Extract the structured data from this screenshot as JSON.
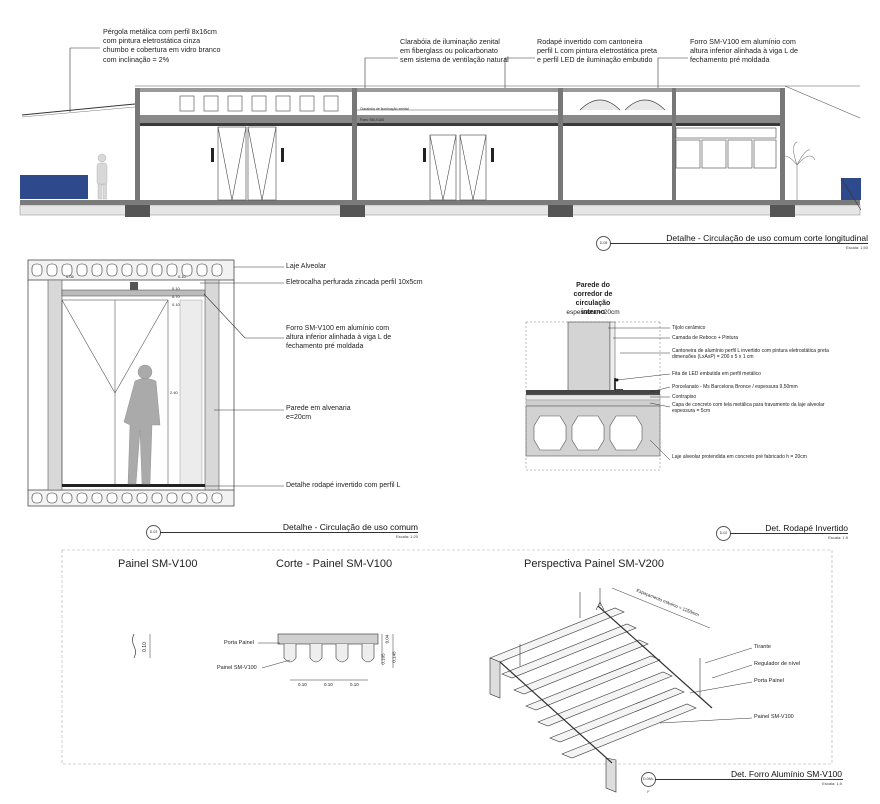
{
  "section": {
    "notes": [
      "Pérgola metálica com perfil 8x16cm com pintura eletrostática cinza chumbo e cobertura em vidro branco com inclinação = 2%",
      "Clarabóia de iluminação zenital em fiberglass ou policarbonato sem sistema de ventilação natural",
      "Rodapé invertido com cantoneira perfil L com pintura eletrostática preta e perfil LED de iluminação embutido",
      "Forro SM-V100 em alumínio com altura inferior alinhada à viga L de fechamento pré moldada"
    ],
    "inner_labels": [
      "Clarabóia de iluminação zenital",
      "Forro SM-V100"
    ],
    "title": "Detalhe - Circulação de uso comum corte longitudinal",
    "scale": "Escala: 1:50",
    "tag": "D-08"
  },
  "detail_comum": {
    "labels": [
      "Laje Alveolar",
      "Eletrocalha perfurada zincada perfil 10x5cm",
      "Forro SM-V100 em alumínio com altura inferior alinhada à viga L de fechamento pré moldada",
      "Parede em alvenaria e=20cm",
      "Detalhe rodapé invertido com perfil L"
    ],
    "dims": [
      "0.05",
      "0.10",
      "0.10",
      "0.70",
      "0.10",
      "2.40"
    ],
    "title": "Detalhe - Circulação de uso comum",
    "scale": "Escala: 1:20",
    "tag": "D-03"
  },
  "detail_rodape": {
    "header": [
      "Parede do corredor de circulação interno",
      "espessura = 20cm"
    ],
    "labels": [
      "Tijolo cerâmico",
      "Camada de Reboco + Pintura",
      "Cantoneira de alumínio perfil L invertido com pintura eletrostática preta dimensões (LxAxP) = 200 x 5 x 1 cm",
      "Fita de LED embutida em perfil metálico",
      "Porcelanato - Ms Barcelona Bronce / espessura 9,50mm",
      "Contrapiso",
      "Capa de concreto com tela metálica para travamento da laje alveolar espessura = 5cm",
      "Laje alveolar protendida em concreto pré fabricado h = 20cm"
    ],
    "title": "Det. Rodapé Invertido",
    "scale": "Escala: 1:5",
    "tag": "D-02"
  },
  "panels": {
    "painel_title": "Painel SM-V100",
    "painel_dim": "0.10",
    "corte_title": "Corte - Painel SM-V100",
    "corte_labels": [
      "Porta Painel",
      "Painel SM-V100"
    ],
    "corte_dims": [
      "0.04",
      "0.105",
      "0.145",
      "0.10",
      "0.10",
      "0.10"
    ],
    "persp_title": "Perspectiva Painel SM-V200",
    "persp_dim": "Espaçamento máximo = 1250mm",
    "persp_labels": [
      "Tirante",
      "Regulador de nível",
      "Porta Painel",
      "Painel SM-V100"
    ],
    "title": "Det. Forro Alumínio SM-V100",
    "scale": "Escala: 1:5",
    "tag": "D-05A-F"
  },
  "colors": {
    "blue_panel": "#2f4a8c",
    "concrete": "#c9c9c9",
    "dark": "#3a3a3a"
  }
}
